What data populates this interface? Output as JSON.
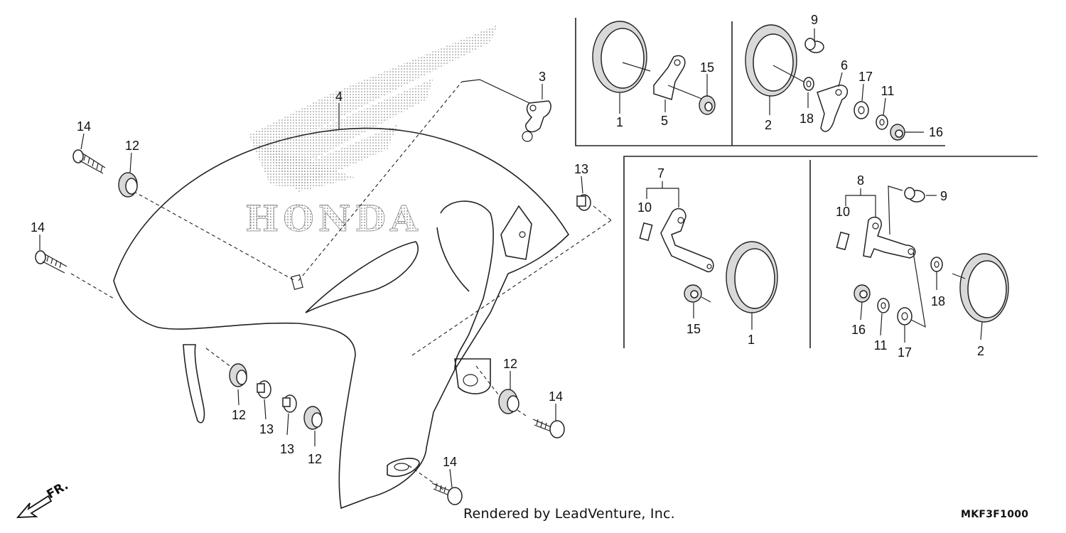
{
  "watermark": {
    "brand": "HONDA"
  },
  "callouts": {
    "c1a": "1",
    "c1b": "1",
    "c2a": "2",
    "c2b": "2",
    "c3": "3",
    "c4": "4",
    "c5": "5",
    "c6": "6",
    "c7": "7",
    "c8": "8",
    "c9a": "9",
    "c9b": "9",
    "c10a": "10",
    "c10b": "10",
    "c11a": "11",
    "c11b": "11",
    "c12a": "12",
    "c12b": "12",
    "c12c": "12",
    "c12d": "12",
    "c13a": "13",
    "c13b": "13",
    "c13c": "13",
    "c14a": "14",
    "c14b": "14",
    "c14c": "14",
    "c14d": "14",
    "c15a": "15",
    "c15b": "15",
    "c16a": "16",
    "c16b": "16",
    "c17a": "17",
    "c17b": "17",
    "c18a": "18",
    "c18b": "18"
  },
  "front_indicator": "FR.",
  "footer": {
    "rendered_by": "Rendered by LeadVenture, Inc.",
    "diagram_code": "MKF3F1000"
  }
}
